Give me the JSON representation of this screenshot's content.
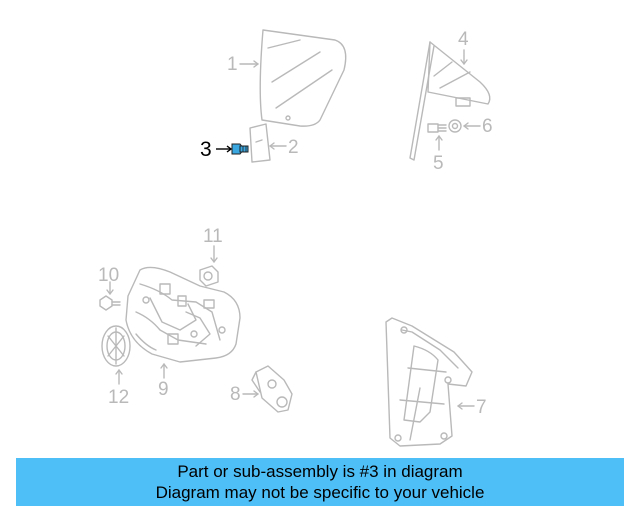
{
  "diagram": {
    "highlighted_part": "3",
    "part_labels": [
      {
        "id": "1",
        "label": "1"
      },
      {
        "id": "2",
        "label": "2"
      },
      {
        "id": "3",
        "label": "3"
      },
      {
        "id": "4",
        "label": "4"
      },
      {
        "id": "5",
        "label": "5"
      },
      {
        "id": "6",
        "label": "6"
      },
      {
        "id": "7",
        "label": "7"
      },
      {
        "id": "8",
        "label": "8"
      },
      {
        "id": "9",
        "label": "9"
      },
      {
        "id": "10",
        "label": "10"
      },
      {
        "id": "11",
        "label": "11"
      },
      {
        "id": "12",
        "label": "12"
      }
    ],
    "colors": {
      "part_outline": "#b9b9b9",
      "highlight_part": "#3aa7e0",
      "highlight_text": "#000000",
      "banner_background": "#4fbff7"
    }
  },
  "banner": {
    "line1": "Part or sub-assembly is #3 in diagram",
    "line2": "Diagram may not be specific to your vehicle"
  }
}
